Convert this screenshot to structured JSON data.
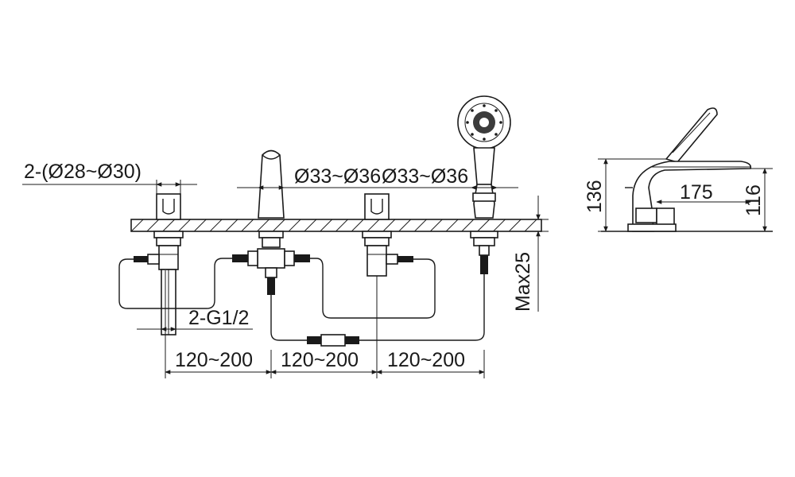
{
  "labels": {
    "handle_hole_dia": "2-(Ø28~Ø30)",
    "spout_hole_dia": "Ø33~Ø36",
    "shower_hole_dia": "Ø33~Ø36",
    "inlet_thread": "2-G1/2",
    "spacing_1": "120~200",
    "spacing_2": "120~200",
    "spacing_3": "120~200",
    "max_deck": "Max25",
    "side_height": "136",
    "side_reach": "175",
    "side_spout_height": "116"
  },
  "colors": {
    "line": "#1a1a1a",
    "background": "#ffffff"
  }
}
